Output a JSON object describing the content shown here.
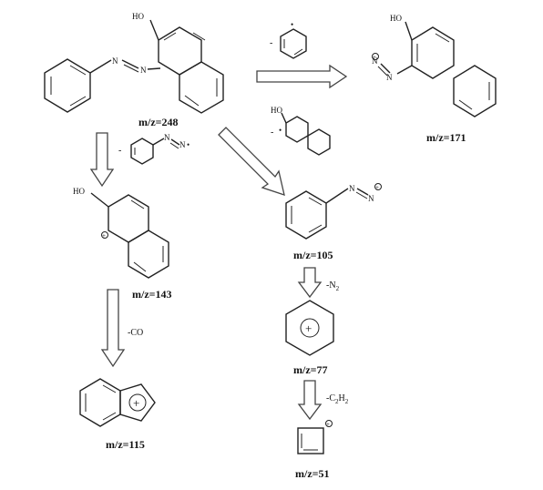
{
  "diagram": {
    "fragments": {
      "parent": {
        "mz": "m/z=248",
        "oh": "HO",
        "n1": "N",
        "n2": "N"
      },
      "naphthyl_diazo": {
        "mz": "m/z=171",
        "oh": "HO",
        "n1": "N",
        "n2": "N",
        "charge": "+"
      },
      "hydroxy_naphthyl": {
        "mz": "m/z=143",
        "oh": "HO",
        "charge": "+"
      },
      "phenyl_diazo": {
        "mz": "m/z=105",
        "n1": "N",
        "n2": "N",
        "charge": "+"
      },
      "phenyl_cation": {
        "mz": "m/z=77",
        "charge": "+"
      },
      "indenyl": {
        "mz": "m/z=115",
        "charge": "+"
      },
      "cyclobutadienyl": {
        "mz": "m/z=51",
        "charge": "+"
      }
    },
    "losses": {
      "to_171": {
        "sign": "-",
        "radical": "•"
      },
      "to_105": {
        "sign": "-",
        "oh": "HO",
        "radical": "•"
      },
      "to_143": {
        "sign": "-",
        "n1": "N",
        "n2": "N",
        "radical": "•"
      },
      "to_77": {
        "text": "-N",
        "sub": "2"
      },
      "to_115": {
        "text": "-CO"
      },
      "to_51": {
        "text": "-C",
        "sub1": "2",
        "h": "H",
        "sub2": "2"
      }
    }
  }
}
